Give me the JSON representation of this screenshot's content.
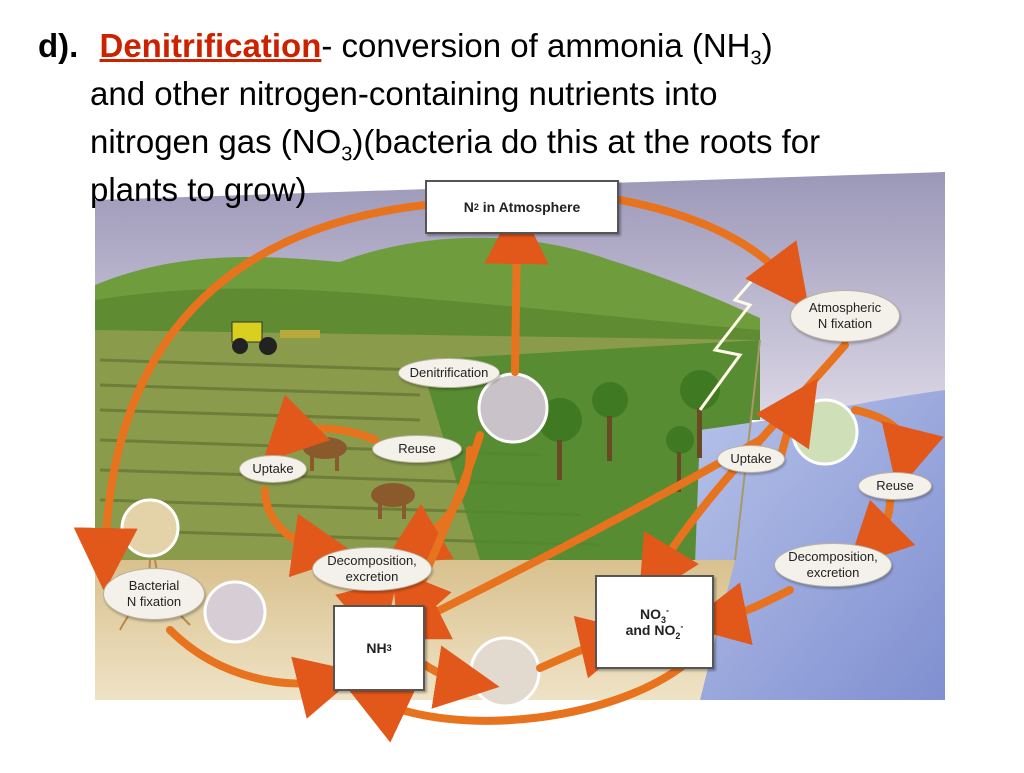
{
  "slide": {
    "marker": "d).",
    "term": "Denitrification",
    "line1_rest": "- conversion of ammonia (NH",
    "nh_sub": "3",
    "line1_end": ")",
    "line2": "and other nitrogen-containing nutrients into",
    "line3_a": "nitrogen gas (NO",
    "no_sub": "3",
    "line3_b": ")(bacteria do this at the roots for",
    "line4": "plants to grow)"
  },
  "diagram": {
    "atmosphere_box": {
      "prefix": "N",
      "sub": "2",
      "suffix": " in Atmosphere"
    },
    "nh3_box": {
      "prefix": "NH",
      "sub": "3"
    },
    "no_box": {
      "line1_prefix": "NO",
      "line1_sub": "3",
      "line1_sup": "-",
      "line2_prefix": "and NO",
      "line2_sub": "2",
      "line2_sup": "-"
    },
    "labels": {
      "atmospheric_fixation_1": "Atmospheric",
      "atmospheric_fixation_2": "N fixation",
      "denitrification": "Denitrification",
      "reuse_land": "Reuse",
      "uptake_land": "Uptake",
      "uptake_water": "Uptake",
      "reuse_water": "Reuse",
      "decomposition_land_1": "Decomposition,",
      "decomposition_land_2": "excretion",
      "decomposition_water_1": "Decomposition,",
      "decomposition_water_2": "excretion",
      "bacterial_fixation_1": "Bacterial",
      "bacterial_fixation_2": "N fixation"
    },
    "colors": {
      "arrow": "#e8731e",
      "sky": "#b9b6cf",
      "hill": "#6b9a3a",
      "water": "#8f9fd6",
      "soil": "#e4d3ad"
    }
  }
}
